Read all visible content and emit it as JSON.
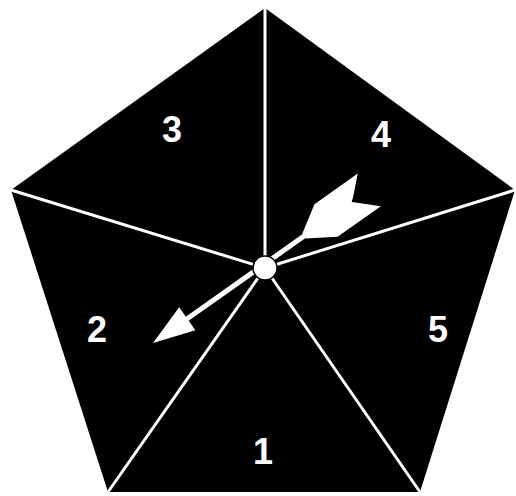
{
  "diagram": {
    "labels": [
      "3",
      "4",
      "2",
      "5",
      "1"
    ]
  }
}
